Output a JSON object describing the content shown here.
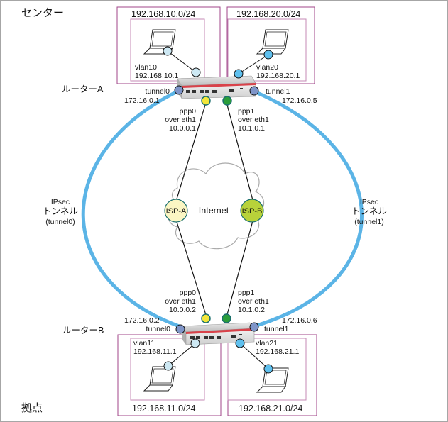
{
  "sites": {
    "center": {
      "title": "センター"
    },
    "branch": {
      "title": "拠点"
    }
  },
  "routers": {
    "a": {
      "name": "ルーターA",
      "tunnel0": {
        "label": "tunnel0",
        "ip": "172.16.0.1"
      },
      "tunnel1": {
        "label": "tunnel1",
        "ip": "172.16.0.5"
      },
      "ppp0": {
        "label": "ppp0",
        "over": "over eth1",
        "ip": "10.0.0.1"
      },
      "ppp1": {
        "label": "ppp1",
        "over": "over eth1",
        "ip": "10.1.0.1"
      },
      "vlans": [
        {
          "subnet": "192.168.10.0/24",
          "name": "vlan10",
          "ip": "192.168.10.1"
        },
        {
          "subnet": "192.168.20.0/24",
          "name": "vlan20",
          "ip": "192.168.20.1"
        }
      ]
    },
    "b": {
      "name": "ルーターB",
      "tunnel0": {
        "label": "tunnel0",
        "ip": "172.16.0.2"
      },
      "tunnel1": {
        "label": "tunnel1",
        "ip": "172.16.0.6"
      },
      "ppp0": {
        "label": "ppp0",
        "over": "over eth1",
        "ip": "10.0.0.2"
      },
      "ppp1": {
        "label": "ppp1",
        "over": "over eth1",
        "ip": "10.1.0.2"
      },
      "vlans": [
        {
          "subnet": "192.168.11.0/24",
          "name": "vlan11",
          "ip": "192.168.11.1"
        },
        {
          "subnet": "192.168.21.0/24",
          "name": "vlan21",
          "ip": "192.168.21.1"
        }
      ]
    }
  },
  "tunnels": [
    {
      "line1": "IPsec",
      "line2": "トンネル",
      "line3": "(tunnel0)"
    },
    {
      "line1": "IPsec",
      "line2": "トンネル",
      "line3": "(tunnel1)"
    }
  ],
  "internet": {
    "label": "Internet",
    "isp_a": "ISP-A",
    "isp_b": "ISP-B"
  },
  "colors": {
    "tunnel": "#5bb4e6",
    "tunnel_port": "#7f95c9",
    "ppp0_port": "#f2e63a",
    "ppp1_port": "#2a9d3a",
    "vlan_port_light": "#cde8f3",
    "vlan_port": "#5fc0ee",
    "isp_a": "#fbf6c3",
    "isp_b": "#b8d23a",
    "site_box": "#a0468a",
    "vlan_box": "#c48ab6",
    "router_stripe": "#d9424a"
  }
}
